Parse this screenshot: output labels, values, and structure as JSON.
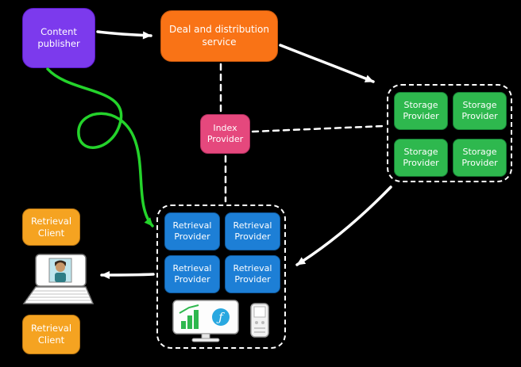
{
  "diagram": {
    "nodes": {
      "content_publisher": "Content publisher",
      "deal_service": "Deal and distribution service",
      "index_provider": "Index Provider",
      "retrieval_client_top": "Retrieval Client",
      "retrieval_client_bottom": "Retrieval Client"
    },
    "storage_providers": [
      "Storage Provider",
      "Storage Provider",
      "Storage Provider",
      "Storage Provider"
    ],
    "retrieval_providers": [
      "Retrieval Provider",
      "Retrieval Provider",
      "Retrieval Provider",
      "Retrieval Provider"
    ],
    "icons": {
      "filecoin_glyph": "ƒ"
    },
    "colors": {
      "background": "#000000",
      "content_publisher": "#7c3aed",
      "deal_service": "#f97316",
      "index_provider": "#e5487d",
      "storage_provider": "#2eb84e",
      "retrieval_provider": "#1d7fd6",
      "retrieval_client": "#f5a321",
      "connector": "#ffffff",
      "publish_flow": "#24d32b"
    }
  }
}
